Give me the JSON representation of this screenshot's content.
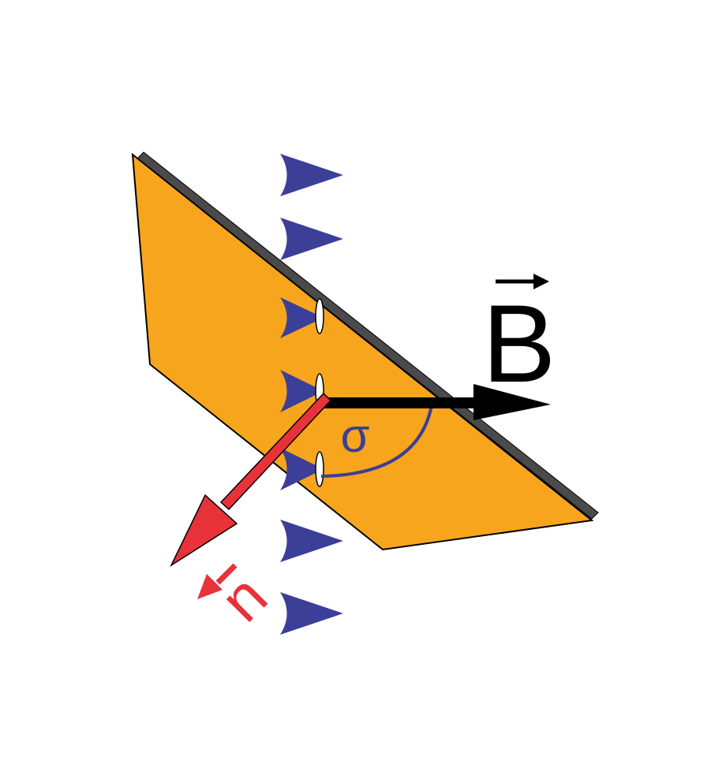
{
  "diagram": {
    "labels": {
      "field": "B",
      "normal": "n",
      "angle": "σ"
    },
    "colors": {
      "plane_fill": "#F7A51C",
      "plane_edge": "#4A4A4A",
      "field_lines": "#3B3F98",
      "field_vector": "#000000",
      "normal_vector": "#E8323A",
      "angle_arc": "#3B3F98",
      "background": "#FFFFFF"
    },
    "icons": {
      "field_line": "blue-arrowhead",
      "field_vector": "black-arrow",
      "normal_vector": "red-arrow"
    }
  }
}
